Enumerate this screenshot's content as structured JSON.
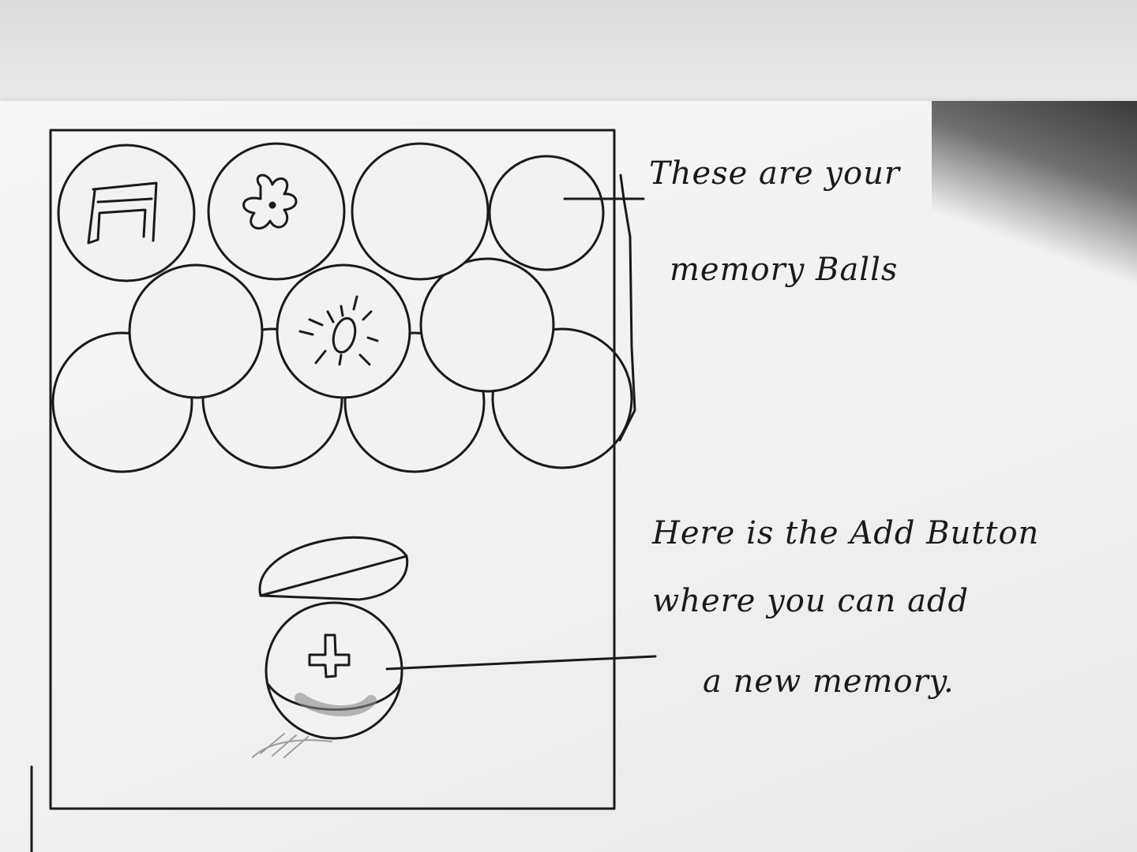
{
  "annotations": {
    "memory_balls": [
      "These are your",
      "memory Balls"
    ],
    "add_button": [
      "Here is the Add Button",
      "where you can add",
      "a new memory."
    ]
  },
  "memory_balls": [
    {
      "row": 1,
      "icon": "music-note-icon"
    },
    {
      "row": 1,
      "icon": "flower-icon"
    },
    {
      "row": 1,
      "icon": ""
    },
    {
      "row": 1,
      "icon": ""
    },
    {
      "row": 2,
      "icon": ""
    },
    {
      "row": 2,
      "icon": "sun-icon"
    },
    {
      "row": 2,
      "icon": ""
    },
    {
      "row": 3,
      "icon": ""
    },
    {
      "row": 3,
      "icon": ""
    },
    {
      "row": 3,
      "icon": ""
    },
    {
      "row": 3,
      "icon": ""
    }
  ],
  "add_button": {
    "icon": "plus-icon"
  },
  "colors": {
    "ink": "#1a1a1a",
    "paper": "#f2f2f2"
  }
}
